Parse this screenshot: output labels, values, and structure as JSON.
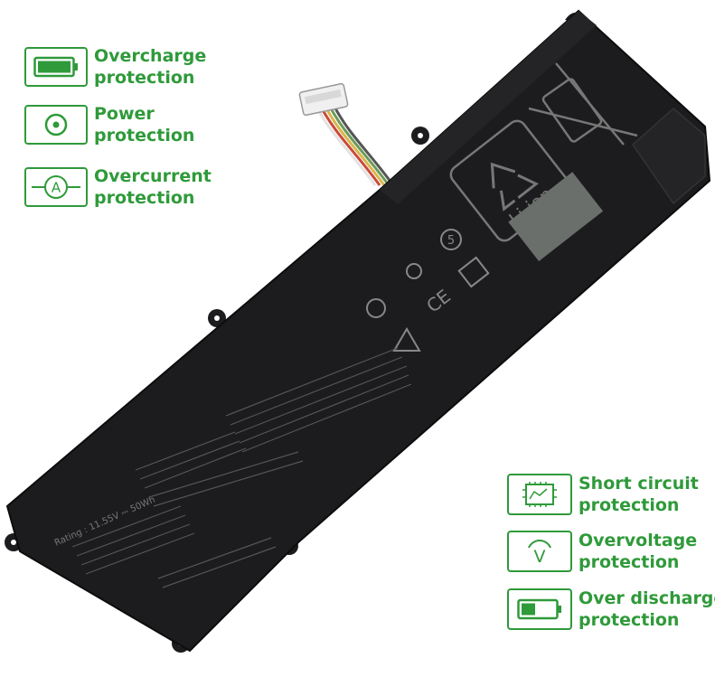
{
  "left_features": [
    {
      "line1": "Overcharge",
      "line2": "protection",
      "icon": "battery-full-icon"
    },
    {
      "line1": "Power",
      "line2": "protection",
      "icon": "power-circle-icon"
    },
    {
      "line1": "Overcurrent",
      "line2": "protection",
      "icon": "ammeter-icon"
    }
  ],
  "right_features": [
    {
      "line1": "Short circuit",
      "line2": "protection",
      "icon": "circuit-board-icon"
    },
    {
      "line1": "Overvoltage",
      "line2": "protection",
      "icon": "voltmeter-icon"
    },
    {
      "line1": "Over discharge",
      "line2": "protection",
      "icon": "battery-low-icon"
    }
  ],
  "battery": {
    "liion_label": "Li-ion",
    "recycle_number": "5",
    "ce_mark": "CE",
    "rating_text": "Rating : 11.55V ⎓ 50Wh"
  },
  "colors": {
    "accent": "#2f9a3a",
    "battery_body": "#1c1c1e"
  }
}
